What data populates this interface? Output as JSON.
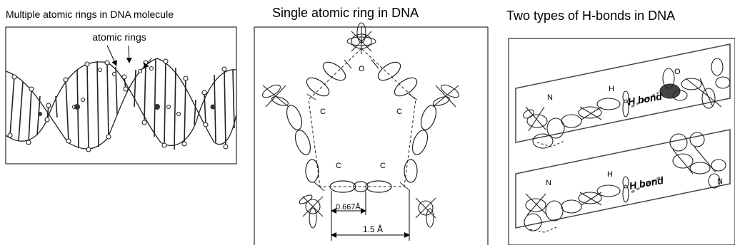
{
  "panels": [
    {
      "title": "Multiple atomic rings in DNA molecule",
      "annotation": "atomic rings"
    },
    {
      "title": "Single  atomic  ring in DNA",
      "atom_labels": [
        "O",
        "C",
        "C",
        "C",
        "C"
      ],
      "dimension_small": "0.667Å",
      "dimension_large": "1.5 Å"
    },
    {
      "title": "Two types of H-bonds in DNA",
      "top_labels": {
        "n": "N",
        "h": "H",
        "bond": "H bond",
        "o": "O"
      },
      "bottom_labels": {
        "n_left": "N",
        "h": "H",
        "bond": "H bond",
        "n_right": "N"
      }
    }
  ]
}
